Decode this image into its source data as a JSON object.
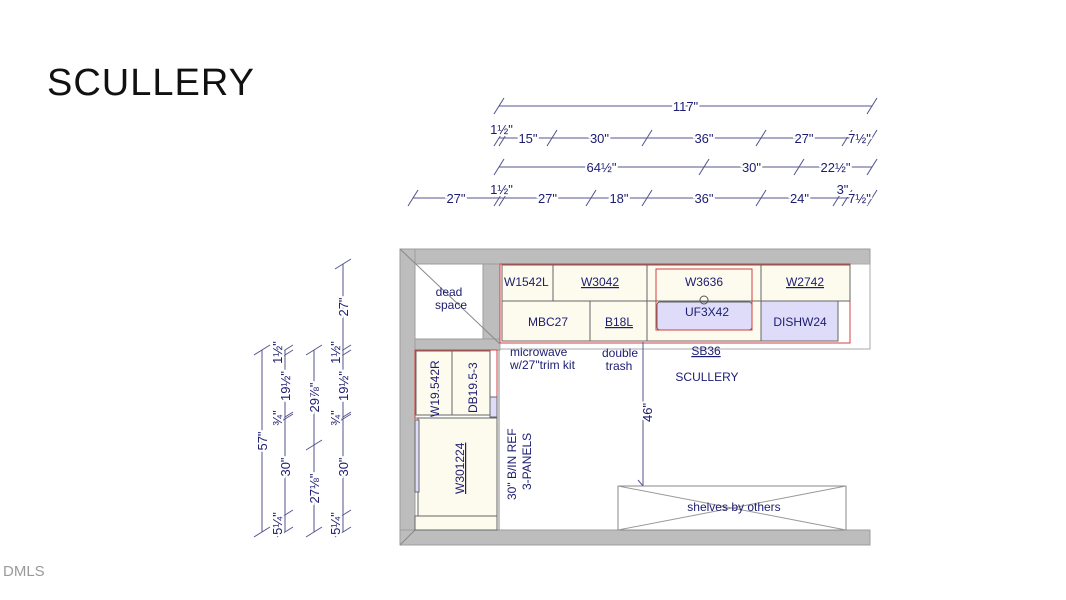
{
  "title": "SCULLERY",
  "watermark": "DMLS",
  "dimensions": {
    "top_row1": [
      "117\""
    ],
    "top_row2": [
      "1½\"",
      "15\"",
      "30\"",
      "36\"",
      "27\"",
      "7½\""
    ],
    "top_row3": [
      "64½\"",
      "30\"",
      "22½\""
    ],
    "top_row4": [
      "27\"",
      "1½\"",
      "27\"",
      "18\"",
      "36\"",
      "24\"",
      "3\"",
      "7½\""
    ],
    "left_col1": [
      "57\""
    ],
    "left_col2": [
      "1½\"",
      "19½\"",
      "¾\"",
      "30\"",
      "5¼\""
    ],
    "left_col3": [
      "29⅞\"",
      "27⅛\""
    ],
    "left_col4": [
      "27\"",
      "1½\"",
      "19½\"",
      "¾\"",
      "30\"",
      "5¼\""
    ],
    "clearance": "46\""
  },
  "cabinets": {
    "w1542l": "W1542L",
    "w3042": "W3042",
    "w3636": "W3636",
    "w2742": "W2742",
    "mbc27": "MBC27",
    "b18l": "B18L",
    "sink": "UF3X42",
    "dishwasher": "DISHW24",
    "w19542r": "W19.542R",
    "db1953": "DB19.5-3",
    "w301224": "W301224"
  },
  "notes": {
    "dead_space_1": "dead",
    "dead_space_2": "space",
    "microwave_1": "microwave",
    "microwave_2": "w/27\"trim kit",
    "trash_1": "double",
    "trash_2": "trash",
    "sink_base": "SB36",
    "room": "SCULLERY",
    "ref_1": "30\" B/IN REF",
    "ref_2": "3-PANELS",
    "shelves": "shelves by others"
  },
  "colors": {
    "walls": "#bdbdbd",
    "cabinet": "#fdfaee",
    "appliance": "#dedcf8",
    "outline": "#d04040",
    "text": "#1c1c70"
  }
}
